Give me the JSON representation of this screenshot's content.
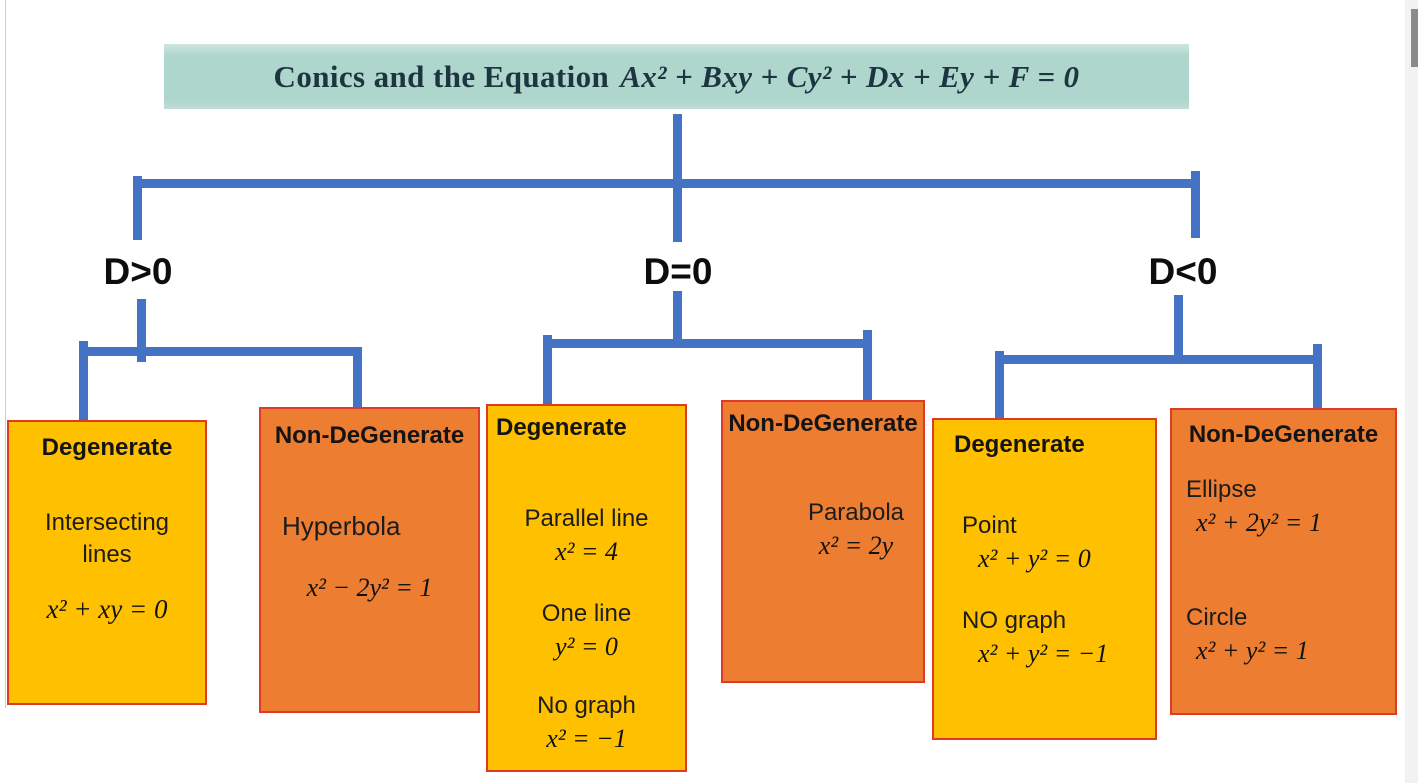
{
  "header": {
    "prefix": "Conics and the Equation",
    "equation": "Ax² + Bxy + Cy² + Dx + Ey + F = 0"
  },
  "tree": {
    "d_positive": {
      "label": "D>0",
      "degenerate": {
        "title": "Degenerate",
        "entries": [
          {
            "name": "Intersecting lines",
            "eq": "x² + xy = 0"
          }
        ]
      },
      "nondegenerate": {
        "title": "Non-DeGenerate",
        "entries": [
          {
            "name": "Hyperbola",
            "eq": "x² − 2y² = 1"
          }
        ]
      }
    },
    "d_zero": {
      "label": "D=0",
      "degenerate": {
        "title": "Degenerate",
        "entries": [
          {
            "name": "Parallel line",
            "eq": "x² = 4"
          },
          {
            "name": "One line",
            "eq": "y² = 0"
          },
          {
            "name": "No graph",
            "eq": "x² = −1"
          }
        ]
      },
      "nondegenerate": {
        "title": "Non-DeGenerate",
        "entries": [
          {
            "name": "Parabola",
            "eq": "x² = 2y"
          }
        ]
      }
    },
    "d_negative": {
      "label": "D<0",
      "degenerate": {
        "title": "Degenerate",
        "entries": [
          {
            "name": "Point",
            "eq": "x² + y² = 0"
          },
          {
            "name": "NO graph",
            "eq": "x² + y² = −1"
          }
        ]
      },
      "nondegenerate": {
        "title": "Non-DeGenerate",
        "entries": [
          {
            "name": "Ellipse",
            "eq": "x² + 2y² = 1"
          },
          {
            "name": "Circle",
            "eq": "x² + y² = 1"
          }
        ]
      }
    }
  },
  "colors": {
    "header_fill": "#afd6cc",
    "header_text": "#1c3540",
    "connector": "#4472c4",
    "degenerate_fill": "#ffc000",
    "nondegenerate_fill": "#ed7d31",
    "node_border": "#de3a28",
    "label_text": "#0d0d0d",
    "node_text": "#1c1c1c",
    "scrollbar_track": "#f2f2f2",
    "scrollbar_thumb": "#8a8a8a"
  }
}
